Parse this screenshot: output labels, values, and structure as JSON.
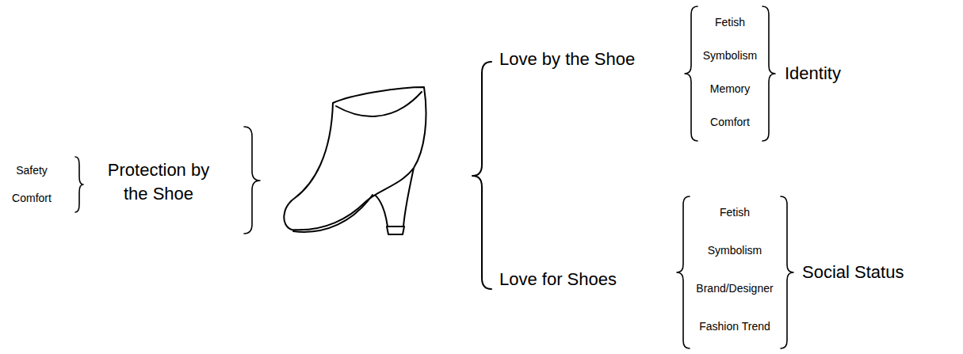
{
  "diagram": {
    "labels": [
      "Safety",
      "Comfort",
      "Protection by the Shoe",
      "Love by the Shoe",
      "Fetish",
      "Symbolism",
      "Memory",
      "Comfort",
      "Identity",
      "Love for Shoes",
      "Fetish",
      "Symbolism",
      "Brand/Designer",
      "Fashion Trend",
      "Social Status"
    ]
  }
}
